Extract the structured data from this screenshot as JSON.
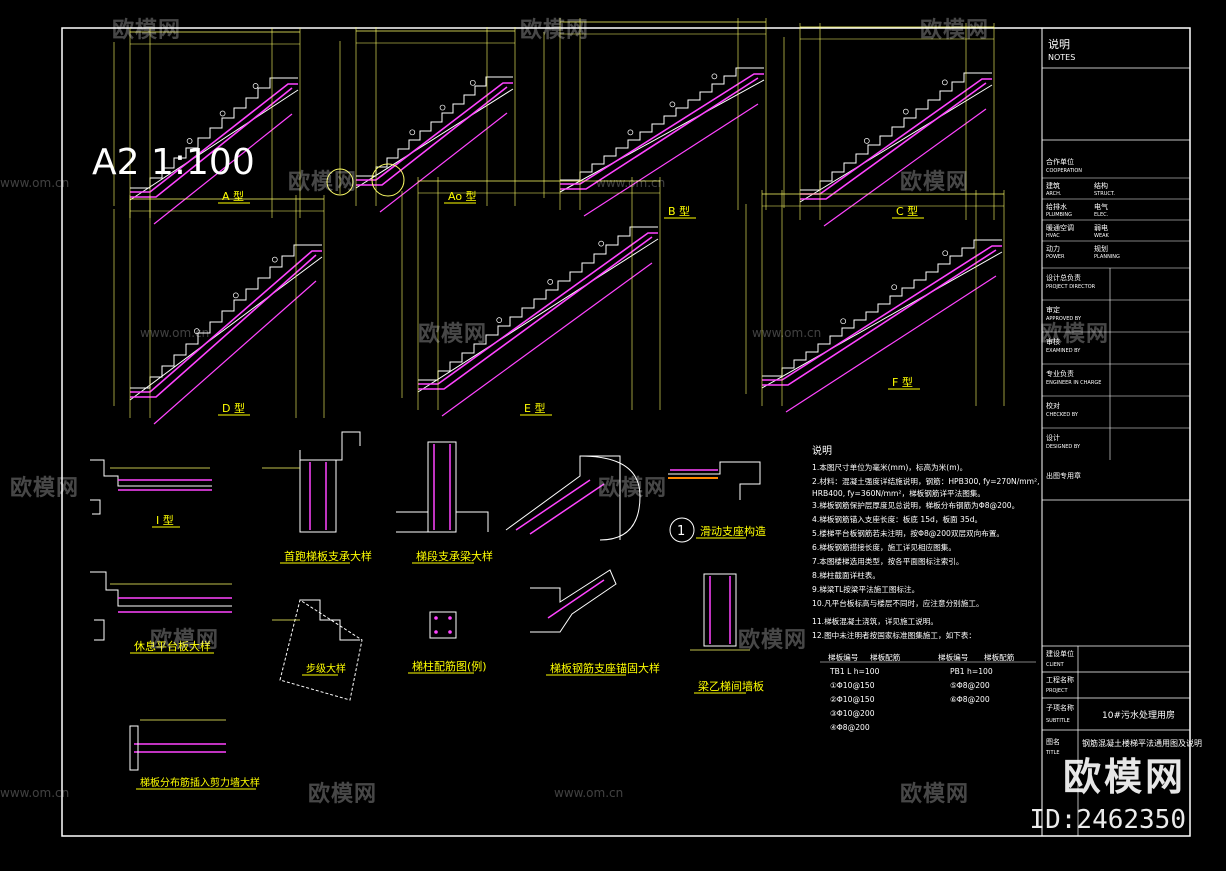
{
  "watermark": {
    "brand": "欧模网",
    "url": "www.om.cn",
    "id": "ID:2462350"
  },
  "drawing": {
    "scale_label": "A2  1:100",
    "stair_types": [
      "A 型",
      "Ao 型",
      "B 型",
      "C 型",
      "D 型",
      "E 型",
      "F 型"
    ],
    "details": [
      "I 型",
      "休息平台板大样",
      "梯板分布筋插入剪力墙大样",
      "首跑梯板支承大样",
      "步级大样",
      "梯段支承梁大样",
      "梯柱配筋图(例)",
      "梯板钢筋支座锚固大样",
      "滑动支座构造",
      "梁乙梯间墙板"
    ],
    "circle_mark": "1",
    "notes_title": "说明",
    "notes_lines": [
      "1.本图尺寸单位为毫米(mm)，标高为米(m)。",
      "2.材料：混凝土强度详结施说明，钢筋：HPB300, fy=270N/mm²,",
      "   HRB400, fy=360N/mm²，梯板钢筋详平法图集。",
      "3.梯板钢筋保护层厚度见总说明，梯板分布钢筋为Φ8@200。",
      "4.梯板钢筋锚入支座长度：板底 15d，板面 35d。",
      "5.楼梯平台板钢筋若未注明，按Φ8@200双层双向布置。",
      "6.梯板钢筋搭接长度，施工详见相应图集。",
      "7.本图楼梯选用类型，按各平面图标注索引。",
      "8.梯柱截面详柱表。",
      "9.梯梁TL按梁平法施工图标注。",
      "10.凡平台板标高与楼层不同时，应注意分别施工。",
      "11.梯板混凝土浇筑，详见施工说明。",
      "12.图中未注明者按国家标准图集施工，如下表："
    ],
    "table_header": [
      "梯板编号",
      "梯板配筋",
      "梯板编号",
      "梯板配筋"
    ],
    "table_rows": [
      [
        "TB1 L h=100",
        "",
        "PB1 h=100",
        ""
      ],
      [
        "①Φ10@150",
        "",
        "⑤Φ8@200",
        ""
      ],
      [
        "②Φ10@150",
        "",
        "⑥Φ8@200",
        ""
      ],
      [
        "③Φ10@200",
        "",
        "",
        ""
      ],
      [
        "④Φ8@200",
        "",
        "",
        ""
      ]
    ]
  },
  "title_block": {
    "notes_zh": "说明",
    "notes_en": "NOTES",
    "coop_zh": "合作单位",
    "coop_en": "COOPERATION",
    "rows_pair": [
      [
        "建筑",
        "ARCH.",
        "结构",
        "STRUCT."
      ],
      [
        "给排水",
        "PLUMBING",
        "电气",
        "ELEC."
      ],
      [
        "暖通空调",
        "HVAC",
        "弱电",
        "WEAK"
      ],
      [
        "动力",
        "POWER",
        "规划",
        "PLANNING"
      ]
    ],
    "rows_single": [
      [
        "设计总负责",
        "PROJECT DIRECTOR"
      ],
      [
        "审定",
        "APPROVED BY"
      ],
      [
        "审核",
        "EXAMINED BY"
      ],
      [
        "专业负责",
        "ENGINEER IN CHARGE"
      ],
      [
        "校对",
        "CHECKED BY"
      ],
      [
        "设计",
        "DESIGNED BY"
      ]
    ],
    "seal_zh": "出图专用章",
    "project_zh": "建设单位",
    "project_en": "CLIENT",
    "job_zh": "工程名称",
    "job_en": "PROJECT",
    "sub_zh": "子项名称",
    "sub_en": "SUBTITLE",
    "sub_value": "10#污水处理用房",
    "title_zh": "图名",
    "title_en": "TITLE",
    "title_value": "钢筋混凝土楼梯平法通用图及说明"
  }
}
